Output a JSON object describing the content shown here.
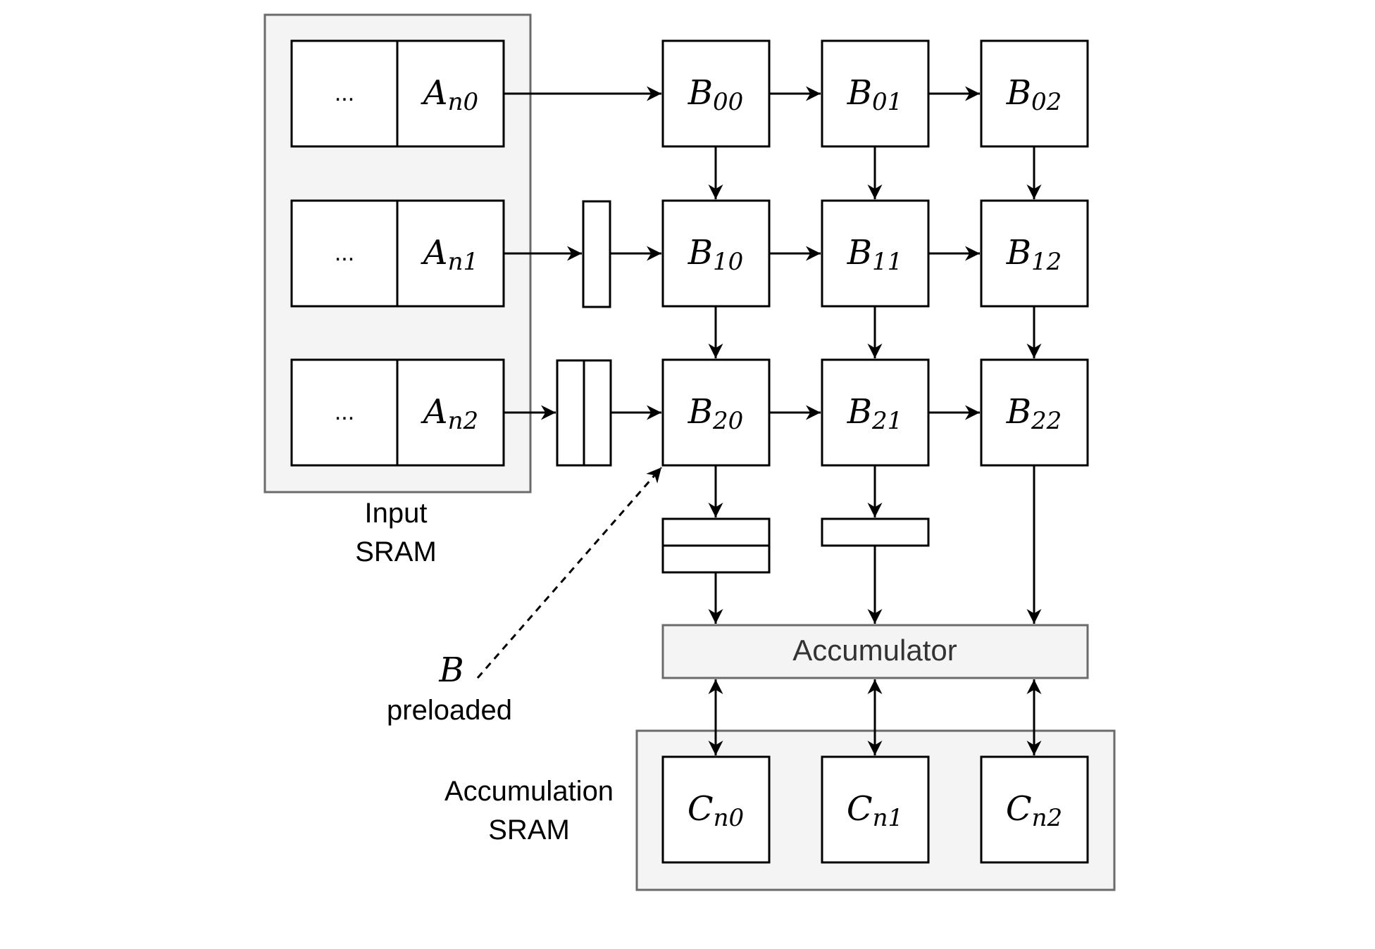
{
  "input_sram": {
    "label_line1": "Input",
    "label_line2": "SRAM",
    "rows": [
      {
        "ellipsis": "...",
        "main": "A",
        "sub": "n0"
      },
      {
        "ellipsis": "...",
        "main": "A",
        "sub": "n1"
      },
      {
        "ellipsis": "...",
        "main": "A",
        "sub": "n2"
      }
    ]
  },
  "pe_grid": {
    "cells": [
      {
        "main": "B",
        "sub": "00"
      },
      {
        "main": "B",
        "sub": "01"
      },
      {
        "main": "B",
        "sub": "02"
      },
      {
        "main": "B",
        "sub": "10"
      },
      {
        "main": "B",
        "sub": "11"
      },
      {
        "main": "B",
        "sub": "12"
      },
      {
        "main": "B",
        "sub": "20"
      },
      {
        "main": "B",
        "sub": "21"
      },
      {
        "main": "B",
        "sub": "22"
      }
    ]
  },
  "preload_note": {
    "main": "B",
    "text": "preloaded"
  },
  "accumulator": {
    "label": "Accumulator"
  },
  "accumulation_sram": {
    "label_line1": "Accumulation",
    "label_line2": "SRAM",
    "cells": [
      {
        "main": "C",
        "sub": "n0"
      },
      {
        "main": "C",
        "sub": "n1"
      },
      {
        "main": "C",
        "sub": "n2"
      }
    ]
  }
}
